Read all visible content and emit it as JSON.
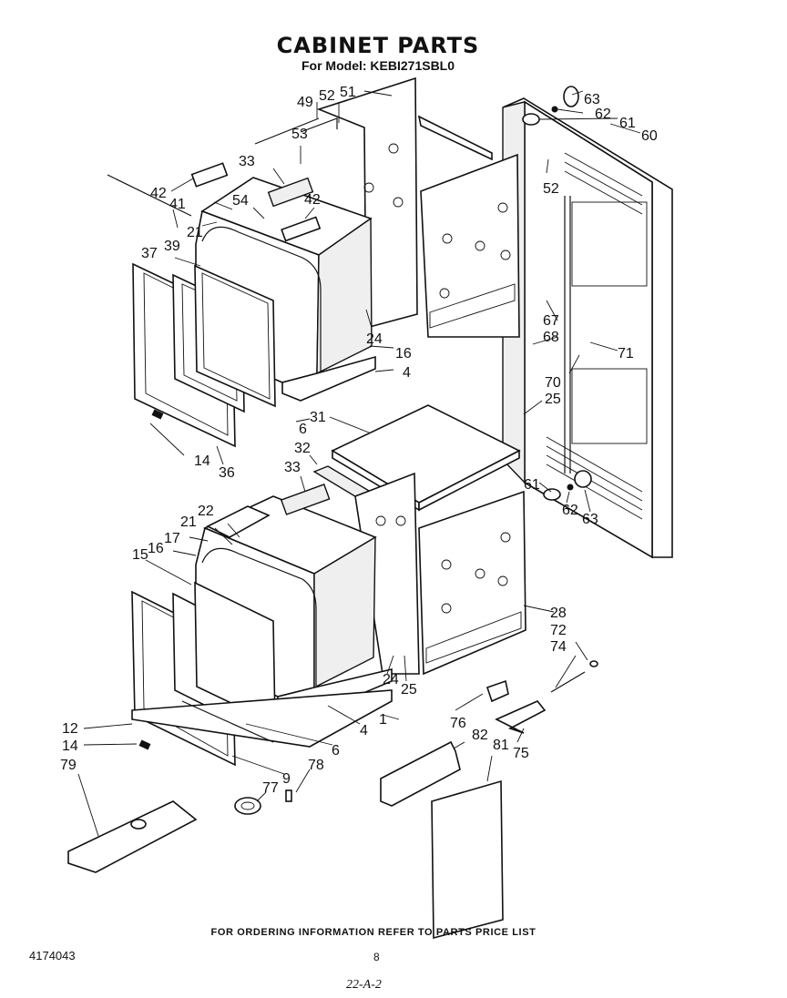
{
  "header": {
    "title": "CABINET PARTS",
    "subtitle": "For Model: KEBI271SBL0"
  },
  "footer": {
    "note": "FOR ORDERING INFORMATION REFER TO PARTS PRICE LIST",
    "doc_number": "4174043",
    "page_number": "8",
    "page_code": "22-A-2"
  },
  "callouts": [
    "63",
    "62",
    "61",
    "60",
    "49",
    "52",
    "51",
    "53",
    "33",
    "42",
    "41",
    "54",
    "21",
    "39",
    "37",
    "42",
    "52",
    "24",
    "16",
    "4",
    "67",
    "68",
    "71",
    "70",
    "25",
    "6",
    "31",
    "14",
    "36",
    "32",
    "33",
    "61",
    "62",
    "63",
    "22",
    "21",
    "17",
    "16",
    "15",
    "28",
    "72",
    "74",
    "24",
    "25",
    "1",
    "4",
    "6",
    "76",
    "82",
    "81",
    "75",
    "12",
    "14",
    "79",
    "9",
    "78",
    "77"
  ]
}
